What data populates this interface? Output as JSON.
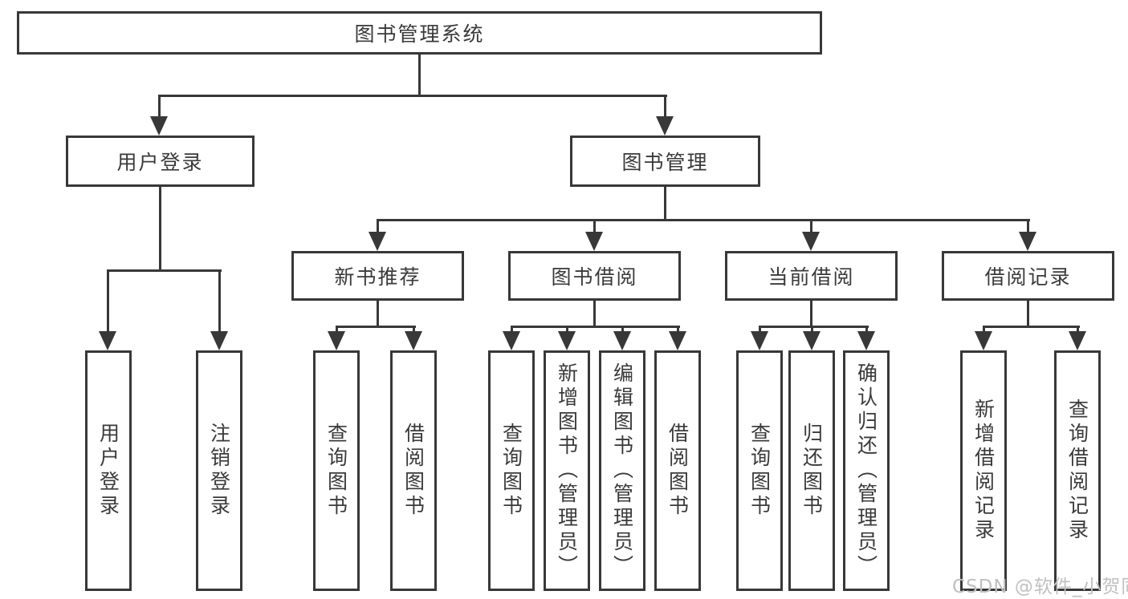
{
  "diagram": {
    "root": "图书管理系统",
    "branches": {
      "user_login": {
        "label": "用户登录",
        "children": [
          "用户登录",
          "注销登录"
        ]
      },
      "book_management": {
        "label": "图书管理"
      }
    },
    "modules": [
      {
        "label": "新书推荐",
        "children": [
          "查询图书",
          "借阅图书"
        ]
      },
      {
        "label": "图书借阅",
        "children": [
          "查询图书",
          "新增图书（管理员）",
          "编辑图书（管理员）",
          "借阅图书"
        ]
      },
      {
        "label": "当前借阅",
        "children": [
          "查询图书",
          "归还图书",
          "确认归还（管理员）"
        ]
      },
      {
        "label": "借阅记录",
        "children": [
          "新增借阅记录",
          "查询借阅记录"
        ]
      }
    ]
  },
  "watermark": "CSDN @软件_小贺同学",
  "colors": {
    "line": "#383838",
    "text": "#3a3a3a",
    "background": "#ffffff",
    "watermark": "#c0c0c0"
  }
}
